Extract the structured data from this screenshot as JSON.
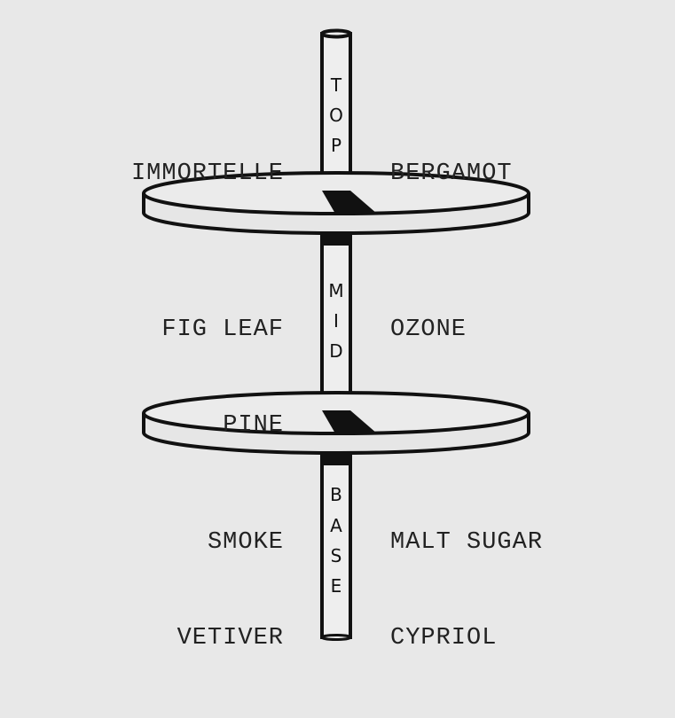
{
  "colors": {
    "background": "#e8e8e8",
    "ink": "#111111",
    "disc_fill": "#ebebeb",
    "stem_fill": "#eeeeee"
  },
  "tiers": [
    {
      "letters": [
        "T",
        "O",
        "P"
      ],
      "left_notes": [
        "IMMORTELLE"
      ],
      "right_notes": [
        "BERGAMOT"
      ]
    },
    {
      "letters": [
        "M",
        "I",
        "D"
      ],
      "left_notes": [
        "FIG LEAF",
        "PINE"
      ],
      "right_notes": [
        "OZONE"
      ]
    },
    {
      "letters": [
        "B",
        "A",
        "S",
        "E"
      ],
      "left_notes": [
        "SMOKE",
        "VETIVER"
      ],
      "right_notes": [
        "MALT SUGAR",
        "CYPRIOL"
      ]
    }
  ]
}
